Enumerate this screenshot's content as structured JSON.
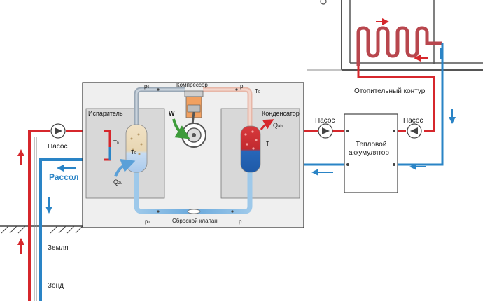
{
  "labels": {
    "heating_circuit": "Отопительный контур",
    "pump_left": "Насос",
    "pump_mid": "Насос",
    "pump_right": "Насос",
    "brine": "Рассол",
    "ground": "Земля",
    "probe": "Зонд",
    "evaporator": "Испаритель",
    "compressor": "Компрессор",
    "condenser": "Конденсатор",
    "relief_valve": "Сбросной клапан",
    "tank_line1": "Тепловой",
    "tank_line2": "аккумулятор",
    "work": "W",
    "q_in": "Q",
    "q_in_sub": "zu",
    "q_out": "Q",
    "q_out_sub": "ab",
    "t_evap": "T",
    "t_evap_sub": "0",
    "t0_evap": "T",
    "t0_evap_sub": "0",
    "t_cond": "T",
    "t_comp": "T",
    "t_comp_sub": "0",
    "p0_top": "p",
    "p0_top_sub": "0",
    "p_top": "p",
    "p0_bottom": "p",
    "p0_bottom_sub": "0",
    "p_bottom": "p"
  },
  "colors": {
    "hot": "#d6272c",
    "cold": "#2a84c6",
    "machine_box_bg": "#efefef",
    "exchanger_bg": "#d8d8d8",
    "frame": "#444444"
  }
}
